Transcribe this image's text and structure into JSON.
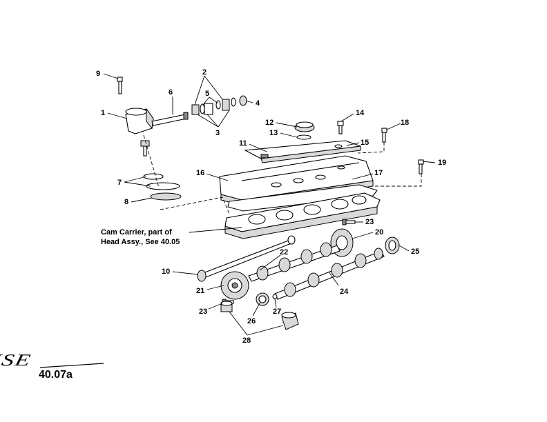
{
  "callouts": {
    "c1": "1",
    "c2": "2",
    "c3": "3",
    "c4": "4",
    "c5": "5",
    "c6": "6",
    "c7": "7",
    "c8": "8",
    "c9": "9",
    "c10": "10",
    "c11": "11",
    "c12": "12",
    "c13": "13",
    "c14": "14",
    "c15": "15",
    "c16": "16",
    "c17": "17",
    "c18": "18",
    "c19": "19",
    "c20": "20",
    "c21": "21",
    "c22": "22",
    "c23a": "23",
    "c23b": "23",
    "c24": "24",
    "c25": "25",
    "c26": "26",
    "c27": "27",
    "c28": "28"
  },
  "note": {
    "line1": "Cam Carrier, part of",
    "line2": "Head Assy., See 40.05"
  },
  "footer": {
    "logo_text": "ELISE",
    "page_ref": "40.07a"
  }
}
